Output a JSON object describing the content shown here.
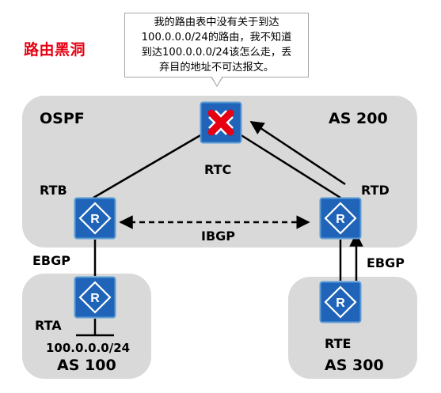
{
  "title": "路由黑洞",
  "callout": {
    "text": "我的路由表中没有关于到达\n100.0.0.0/24的路由，我不知道\n到达100.0.0.0/24该怎么走，丢\n弃目的地址不可达报文。"
  },
  "regions": {
    "main": {
      "protocol": "OSPF",
      "as": "AS 200"
    },
    "left": {
      "as": "AS 100"
    },
    "right": {
      "as": "AS 300"
    }
  },
  "routers": {
    "rta": "RTA",
    "rtb": "RTB",
    "rtc": "RTC",
    "rtd": "RTD",
    "rte": "RTE"
  },
  "links": {
    "ibgp": "IBGP",
    "ebgp_left": "EBGP",
    "ebgp_right": "EBGP"
  },
  "network": "100.0.0.0/24",
  "colors": {
    "router_fill": "#1f64b8",
    "router_border": "#5b9bd5",
    "region_bg": "#d9d9d9",
    "title": "#e60012",
    "failure_mark": "#e60012"
  },
  "icons": {
    "router": "router-icon",
    "failed_router": "failed-router-icon"
  }
}
